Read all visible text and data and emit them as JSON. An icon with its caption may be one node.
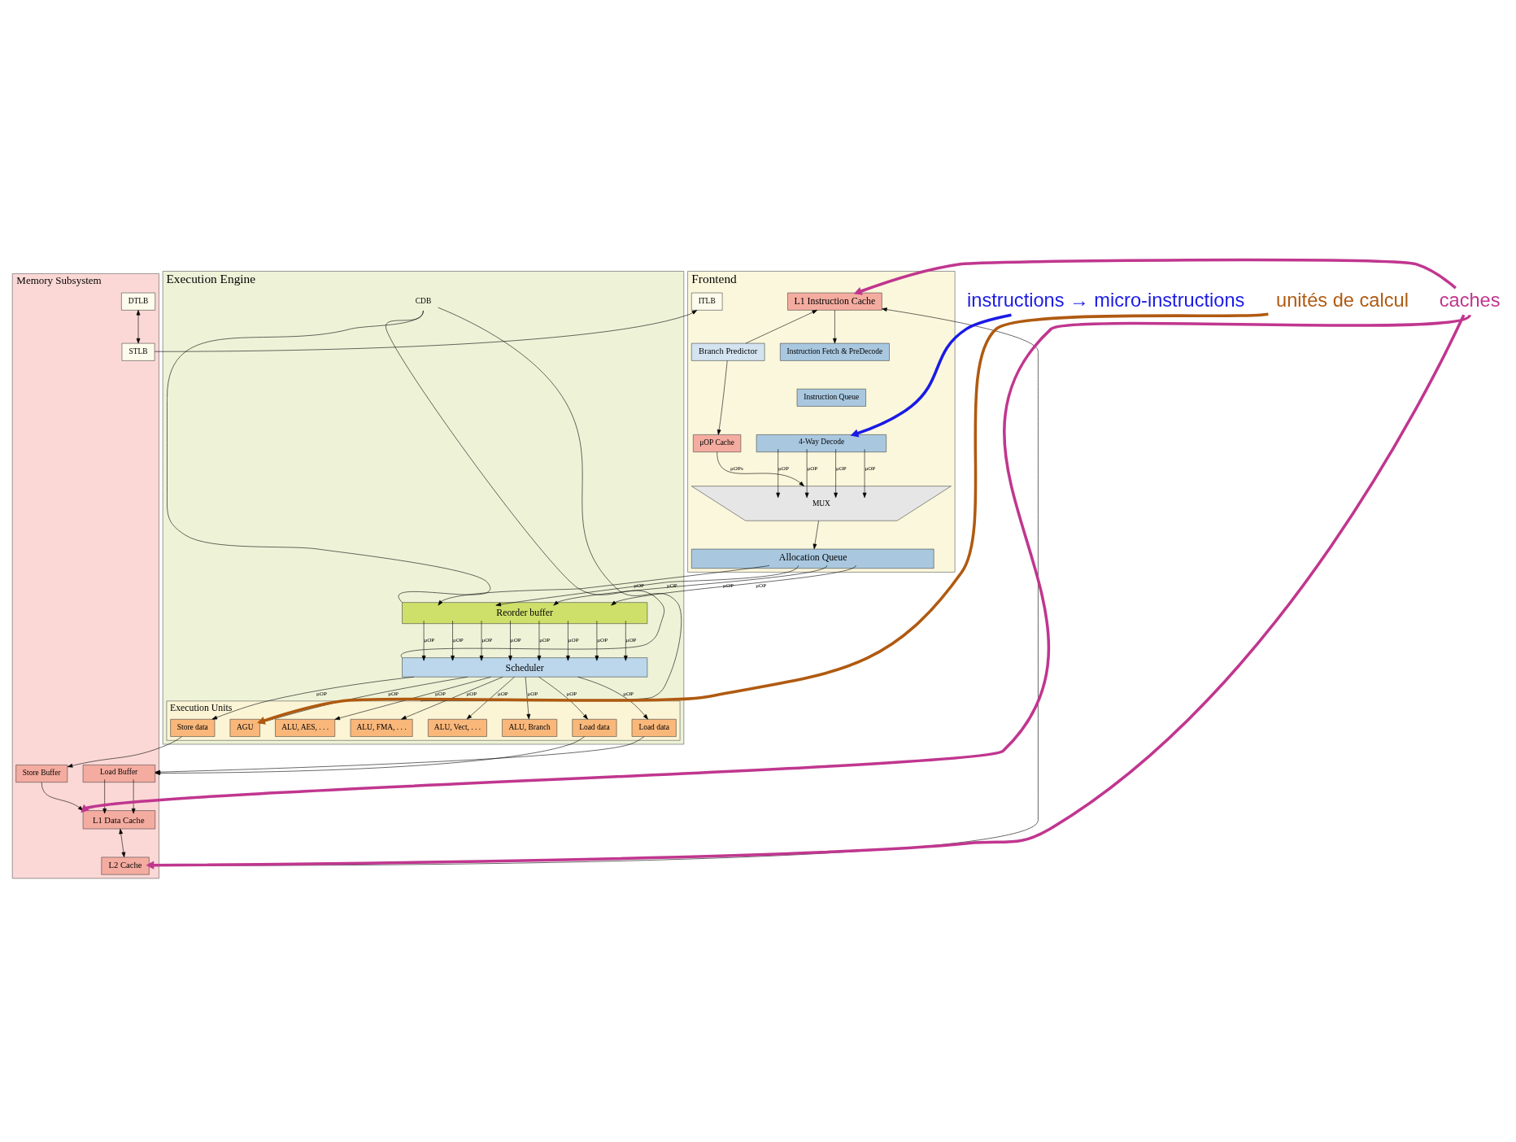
{
  "diagram": {
    "nodes": [
      {
        "text": [
          "Frontend"
        ]
      },
      {
        "text": [
          "L1 Instruction Cache"
        ],
        "in": 0
      },
      {
        "text": [
          "ITLB"
        ],
        "in": 0
      },
      {
        "text": [
          "Branch Predictor"
        ],
        "in": 0
      },
      {
        "text": [
          "μOP Cache"
        ],
        "in": 0
      },
      {
        "text": [
          "Instruction Fetch & PreDecode"
        ],
        "in": 0
      },
      {
        "text": [
          "Instruction Queue"
        ],
        "in": 0
      },
      {
        "text": [
          "4-Way Decode"
        ],
        "in": 0
      },
      {
        "text": [
          "MUX"
        ],
        "in": 0
      },
      {
        "text": [
          "Allocation Queue"
        ],
        "in": 0
      },
      {
        "text": [
          "Execution Engine"
        ]
      },
      {
        "text": [
          "Reorder buffer"
        ],
        "in": 10
      },
      {
        "text": [
          "Scheduler"
        ],
        "in": 10
      },
      {
        "text": [
          "Execution Units"
        ],
        "in": 10
      },
      {
        "text": [
          "ALU, AES, . . ."
        ],
        "in": 13
      },
      {
        "text": [
          "ALU, FMA, . . ."
        ],
        "in": 13
      },
      {
        "text": [
          "ALU, Vect, . . ."
        ],
        "in": 13
      },
      {
        "text": [
          "ALU, Branch"
        ],
        "in": 13
      },
      {
        "text": [
          "Load data"
        ],
        "in": 13
      },
      {
        "text": [
          "Load data"
        ],
        "in": 13
      },
      {
        "text": [
          "Store data"
        ],
        "in": 13
      },
      {
        "text": [
          "AGU"
        ],
        "in": 13
      },
      {
        "text": [
          "Memory Subsystem"
        ]
      },
      {
        "text": [
          "Load Buffer"
        ],
        "in": 22
      },
      {
        "text": [
          "Store Buffer"
        ],
        "in": 22
      },
      {
        "text": [
          "L1 Data Cache"
        ],
        "in": 22
      },
      {
        "text": [
          "DTLB"
        ],
        "in": 22
      },
      {
        "text": [
          "STLB"
        ],
        "in": 22
      },
      {
        "text": [
          "L2 Cache"
        ],
        "in": 22
      },
      {
        "text": [
          "caches"
        ]
      },
      {
        "text": [
          "instructions → micro-instructions"
        ]
      },
      {
        "text": [
          "unités de calcul"
        ]
      },
      {
        "text": [
          "CDB"
        ],
        "in": 10
      }
    ],
    "edges": [
      {
        "from": 3,
        "to": 1,
        "arrow": "to"
      },
      {
        "from": 3,
        "to": 4,
        "arrow": "to"
      },
      {
        "from": 1,
        "to": 5,
        "arrow": "to"
      },
      {
        "from": 4,
        "to": 8,
        "arrow": "to",
        "label": "μOPs"
      },
      {
        "from": 7,
        "to": 8,
        "arrow": "to",
        "label": "μOP"
      },
      {
        "from": 7,
        "to": 8,
        "arrow": "to",
        "label": "μOP"
      },
      {
        "from": 7,
        "to": 8,
        "arrow": "to",
        "label": "μOP"
      },
      {
        "from": 7,
        "to": 8,
        "arrow": "to",
        "label": "μOP"
      },
      {
        "from": 8,
        "to": 9,
        "arrow": "to"
      },
      {
        "from": 9,
        "to": 11,
        "arrow": "to",
        "label": "μOP"
      },
      {
        "from": 9,
        "to": 11,
        "arrow": "to",
        "label": "μOP"
      },
      {
        "from": 9,
        "to": 11,
        "arrow": "to",
        "label": "μOP"
      },
      {
        "from": 9,
        "to": 11,
        "arrow": "to",
        "label": "μOP"
      },
      {
        "from": 11,
        "to": 12,
        "arrow": "to",
        "label": "μOP"
      },
      {
        "from": 11,
        "to": 12,
        "arrow": "to",
        "label": "μOP"
      },
      {
        "from": 11,
        "to": 12,
        "arrow": "to",
        "label": "μOP"
      },
      {
        "from": 11,
        "to": 12,
        "arrow": "to",
        "label": "μOP"
      },
      {
        "from": 11,
        "to": 12,
        "arrow": "to",
        "label": "μOP"
      },
      {
        "from": 11,
        "to": 12,
        "arrow": "to",
        "label": "μOP"
      },
      {
        "from": 11,
        "to": 12,
        "arrow": "to",
        "label": "μOP"
      },
      {
        "from": 11,
        "to": 12,
        "arrow": "to",
        "label": "μOP"
      },
      {
        "from": 12,
        "to": 14,
        "arrow": "to",
        "label": "μOP"
      },
      {
        "from": 12,
        "to": 15,
        "arrow": "to",
        "label": "μOP"
      },
      {
        "from": 12,
        "to": 16,
        "arrow": "to",
        "label": "μOP"
      },
      {
        "from": 12,
        "to": 17,
        "arrow": "to",
        "label": "μOP"
      },
      {
        "from": 12,
        "to": 18,
        "arrow": "to",
        "label": "μOP"
      },
      {
        "from": 12,
        "to": 19,
        "arrow": "to",
        "label": "μOP"
      },
      {
        "from": 12,
        "to": 20,
        "arrow": "to",
        "label": "μOP"
      },
      {
        "from": 12,
        "to": 21,
        "arrow": "to",
        "label": "μOP"
      },
      {
        "from": 18,
        "to": 23,
        "arrow": "to"
      },
      {
        "from": 19,
        "to": 23,
        "arrow": "to"
      },
      {
        "from": 20,
        "to": 24,
        "arrow": "to"
      },
      {
        "from": 23,
        "to": 25,
        "arrow": "to"
      },
      {
        "from": 23,
        "to": 25,
        "arrow": "to"
      },
      {
        "from": 24,
        "to": 25,
        "arrow": "to"
      },
      {
        "from": 26,
        "to": 27,
        "arrow": "both"
      },
      {
        "from": 25,
        "to": 28,
        "arrow": "both"
      },
      {
        "from": 27,
        "to": 2,
        "arrow": "to"
      },
      {
        "from": 28,
        "to": 1,
        "arrow": "to"
      },
      {
        "from": 32,
        "to": 11,
        "arrow": "none"
      },
      {
        "from": 32,
        "to": 12,
        "arrow": "none"
      },
      {
        "from": 32,
        "to": 13,
        "arrow": "none"
      },
      {
        "from": 29,
        "to": 1,
        "arrow": "to",
        "style": "thick",
        "color": "#c0368f"
      },
      {
        "from": 29,
        "to": 25,
        "arrow": "to",
        "style": "thick",
        "color": "#c0368f"
      },
      {
        "from": 29,
        "to": 28,
        "arrow": "to",
        "style": "thick",
        "color": "#c0368f"
      },
      {
        "from": 30,
        "to": 7,
        "arrow": "to",
        "style": "thick",
        "color": "#1a1ae6"
      },
      {
        "from": 31,
        "to": 21,
        "arrow": "to",
        "style": "thick",
        "color": "#b05a10"
      }
    ]
  }
}
